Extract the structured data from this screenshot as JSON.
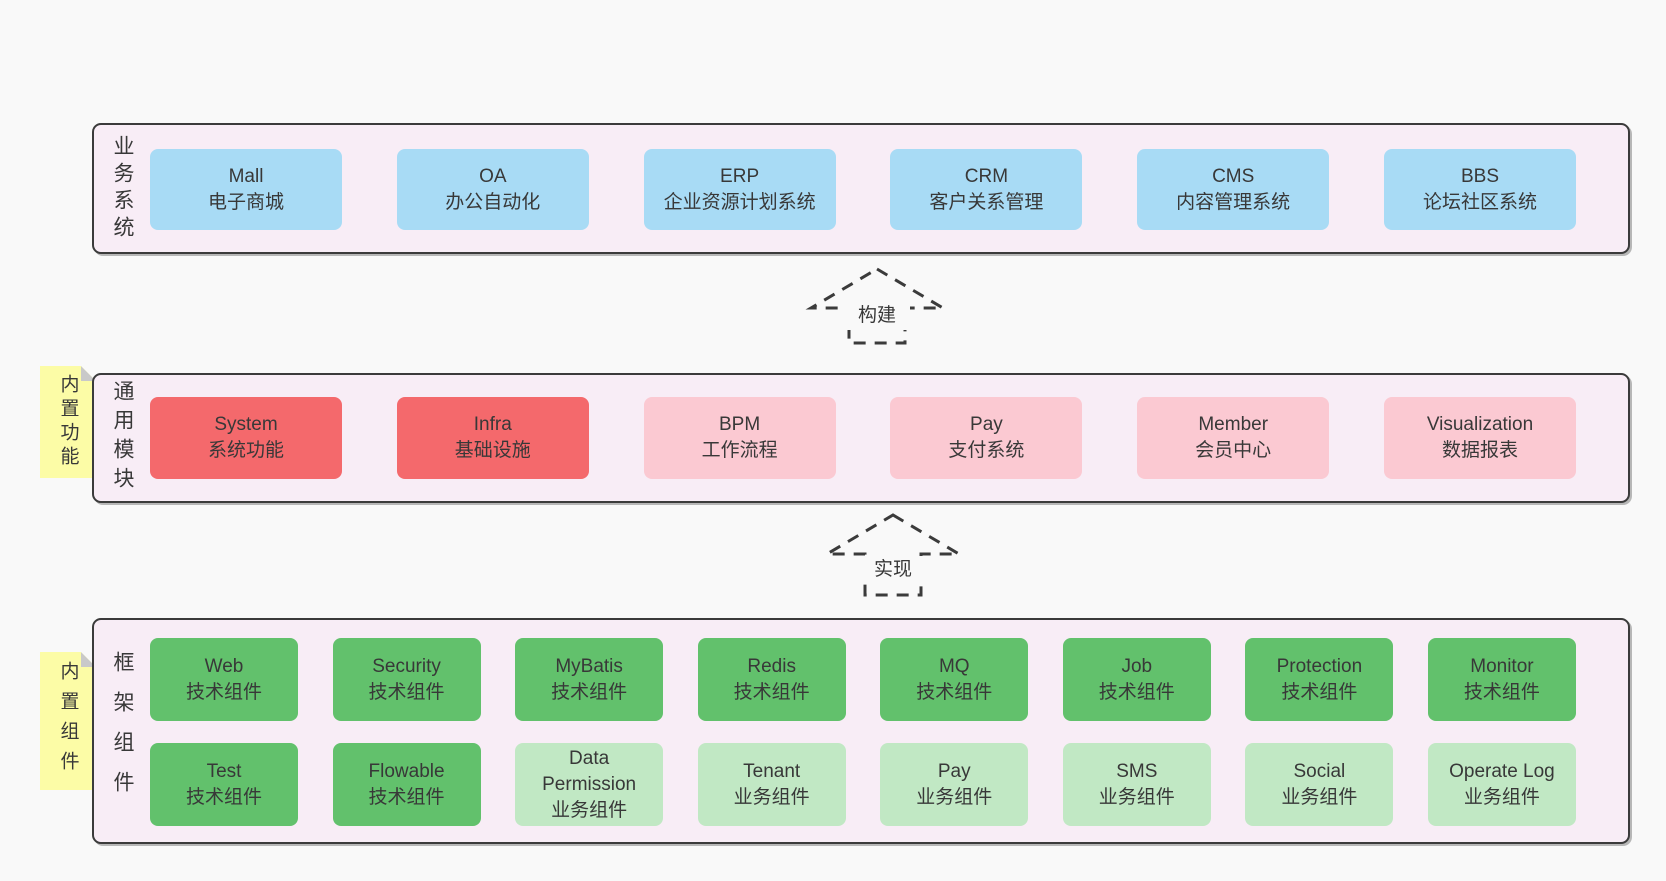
{
  "palette": {
    "page_bg": "#f9f9f9",
    "band_bg": "#f8edf6",
    "band_border": "#3b3b3b",
    "blue_box": "#a8dbf5",
    "red_box": "#f4696c",
    "pink_box": "#fbc9d2",
    "green_dark_box": "#62c16c",
    "green_light_box": "#c1e8c4",
    "sticky_bg": "#fcfca6",
    "sticky_fold": "#c9c9c9",
    "text": "#383838"
  },
  "arrows": [
    {
      "label": "构建"
    },
    {
      "label": "实现"
    }
  ],
  "bands": [
    {
      "label": "业务系统",
      "rows": [
        [
          {
            "title": "Mall",
            "subtitle": "电子商城"
          },
          {
            "title": "OA",
            "subtitle": "办公自动化"
          },
          {
            "title": "ERP",
            "subtitle": "企业资源计划系统"
          },
          {
            "title": "CRM",
            "subtitle": "客户关系管理"
          },
          {
            "title": "CMS",
            "subtitle": "内容管理系统"
          },
          {
            "title": "BBS",
            "subtitle": "论坛社区系统"
          }
        ]
      ]
    },
    {
      "label": "通用模块",
      "sticky": "内置功能",
      "rows": [
        [
          {
            "title": "System",
            "subtitle": "系统功能"
          },
          {
            "title": "Infra",
            "subtitle": "基础设施"
          },
          {
            "title": "BPM",
            "subtitle": "工作流程"
          },
          {
            "title": "Pay",
            "subtitle": "支付系统"
          },
          {
            "title": "Member",
            "subtitle": "会员中心"
          },
          {
            "title": "Visualization",
            "subtitle": "数据报表"
          }
        ]
      ]
    },
    {
      "label": "框架组件",
      "sticky": "内置组件",
      "rows": [
        [
          {
            "title": "Web",
            "subtitle": "技术组件"
          },
          {
            "title": "Security",
            "subtitle": "技术组件"
          },
          {
            "title": "MyBatis",
            "subtitle": "技术组件"
          },
          {
            "title": "Redis",
            "subtitle": "技术组件"
          },
          {
            "title": "MQ",
            "subtitle": "技术组件"
          },
          {
            "title": "Job",
            "subtitle": "技术组件"
          },
          {
            "title": "Protection",
            "subtitle": "技术组件"
          },
          {
            "title": "Monitor",
            "subtitle": "技术组件"
          }
        ],
        [
          {
            "title": "Test",
            "subtitle": "技术组件"
          },
          {
            "title": "Flowable",
            "subtitle": "技术组件"
          },
          {
            "title": "Data Permission",
            "subtitle": "业务组件"
          },
          {
            "title": "Tenant",
            "subtitle": "业务组件"
          },
          {
            "title": "Pay",
            "subtitle": "业务组件"
          },
          {
            "title": "SMS",
            "subtitle": "业务组件"
          },
          {
            "title": "Social",
            "subtitle": "业务组件"
          },
          {
            "title": "Operate Log",
            "subtitle": "业务组件"
          }
        ]
      ]
    }
  ]
}
